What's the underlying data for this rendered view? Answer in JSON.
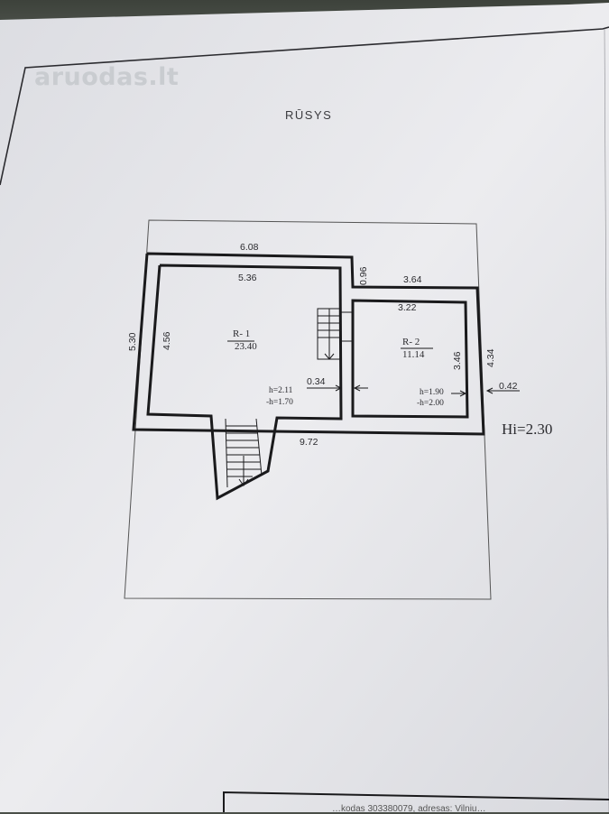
{
  "watermark": "aruodas.lt",
  "title": "RŪSYS",
  "dimensions": {
    "top_outer": "6.08",
    "top_inner": "5.36",
    "step_vertical": "0.96",
    "right_top_outer": "3.64",
    "right_top_inner": "3.22",
    "left_outer": "5.30",
    "left_inner": "4.56",
    "wall_gap": "0.34",
    "room2_height": "3.46",
    "right_outer": "4.34",
    "right_wall": "0.42",
    "bottom": "9.72"
  },
  "rooms": [
    {
      "id": "R- 1",
      "area": "23.40",
      "h": "h=2.11",
      "neg_h": "-h=1.70"
    },
    {
      "id": "R- 2",
      "area": "11.14",
      "h": "h=1.90",
      "neg_h": "-h=2.00"
    }
  ],
  "height_total": "Hi=2.30",
  "footer_text": "…kodas 303380079, adresas: Vilniu…",
  "colors": {
    "paper": "#e9e9ec",
    "ink": "#1a1a1c",
    "thin": "#444448"
  }
}
